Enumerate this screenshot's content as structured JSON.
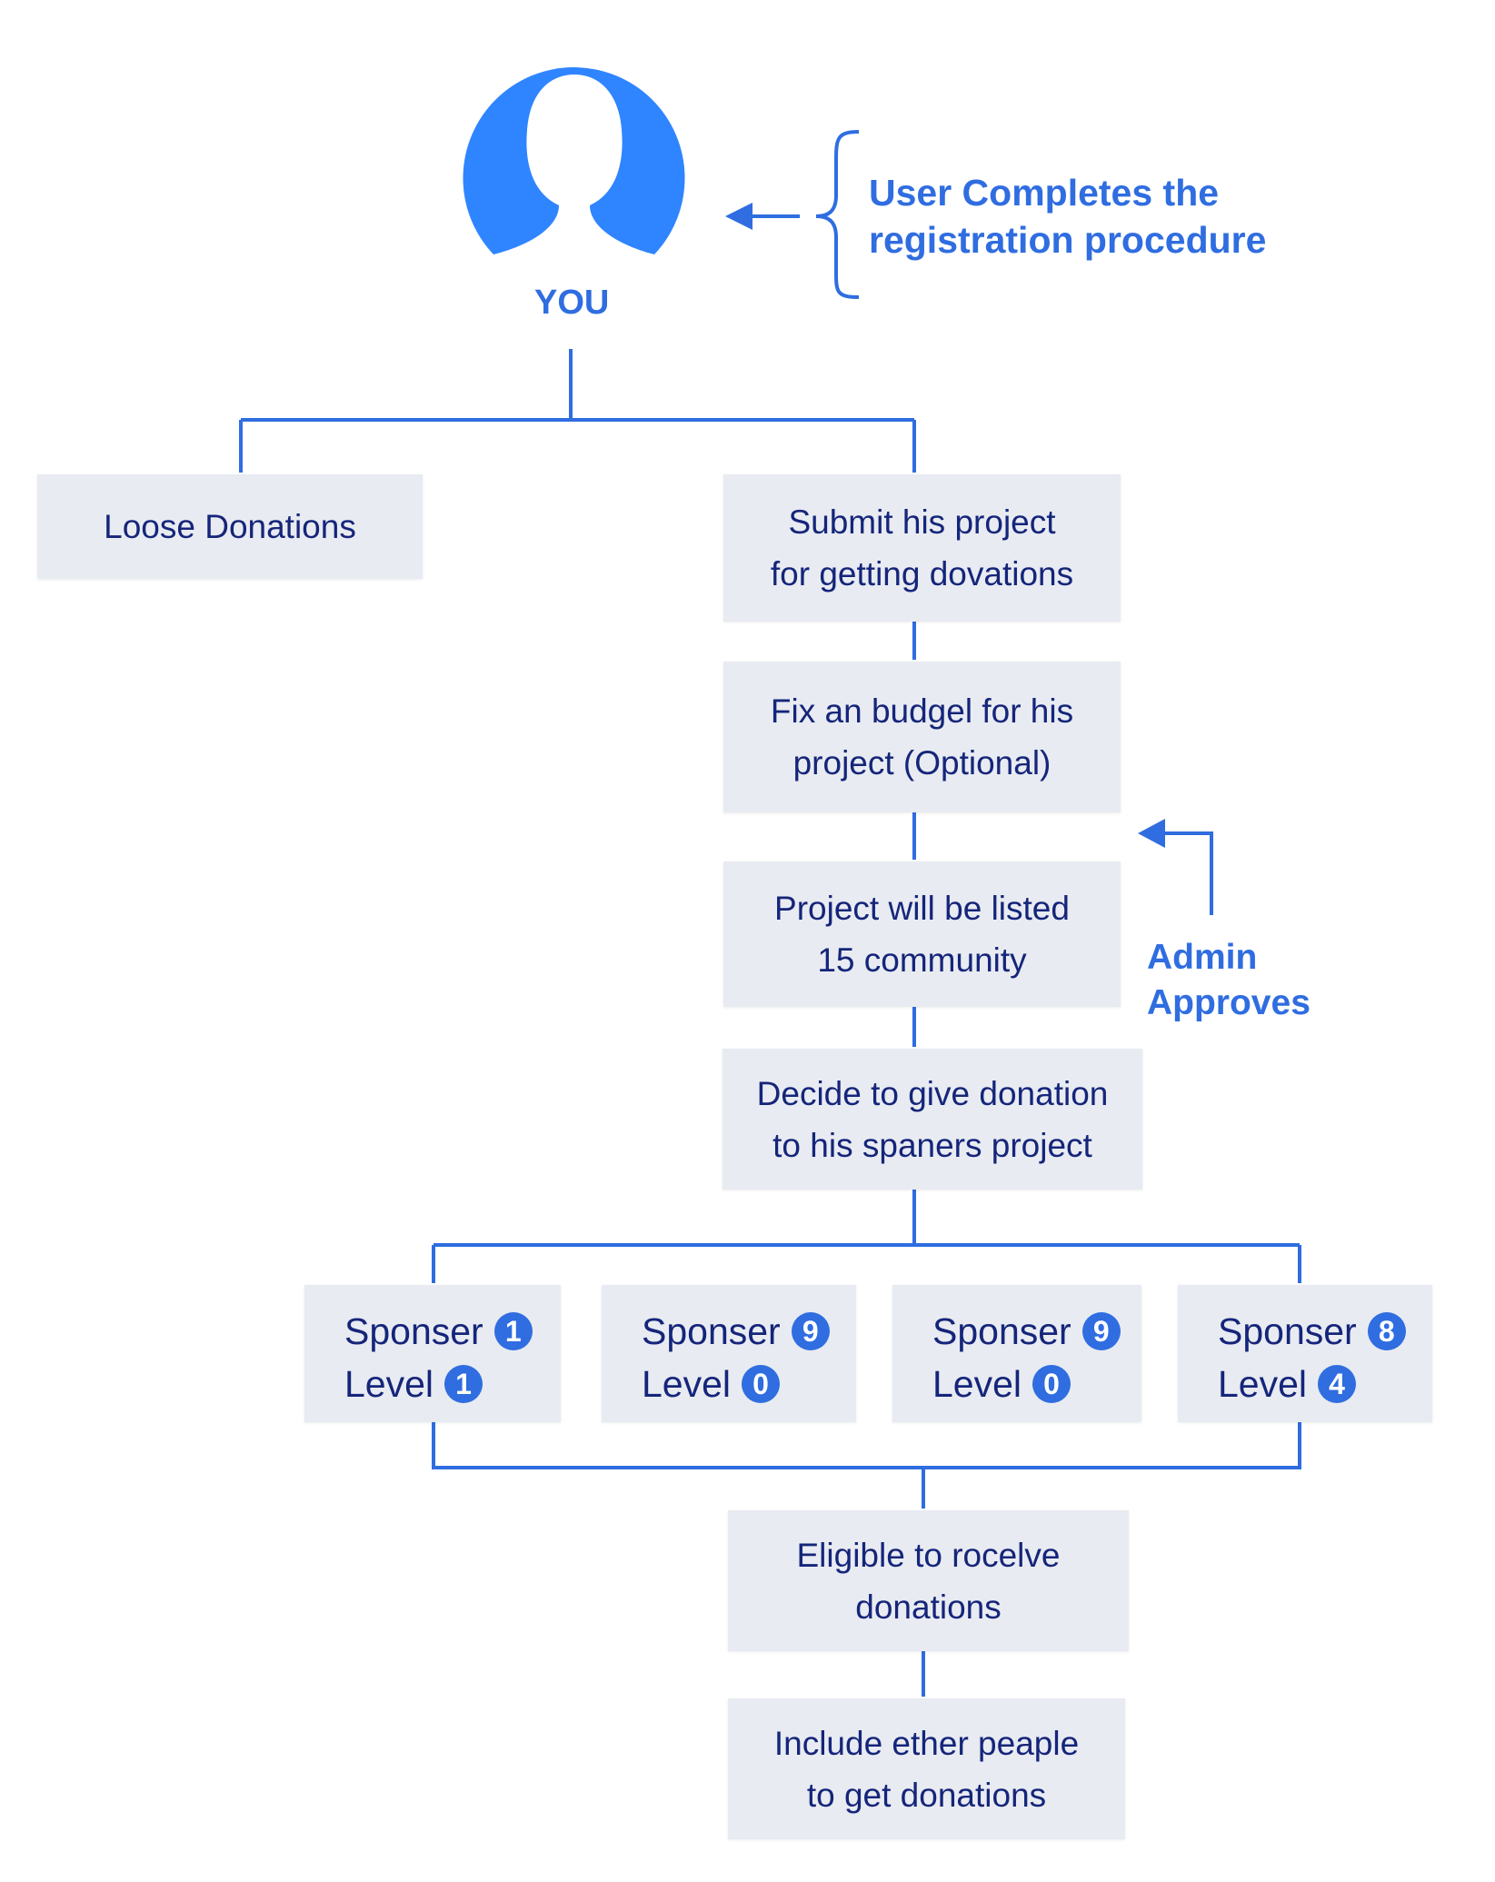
{
  "user": {
    "label": "YOU",
    "note_lines": [
      "User Completes the",
      "registration procedure"
    ]
  },
  "boxes": {
    "loose_donations": [
      "Loose Donations"
    ],
    "submit_project": [
      "Submit his project",
      "for getting dovations"
    ],
    "fix_budget": [
      "Fix an budgel for his",
      "project (Optional)"
    ],
    "project_listed": [
      "Project will be listed",
      "15 community"
    ],
    "decide_donation": [
      "Decide to give donation",
      "to his spaners project"
    ],
    "eligible": [
      "Eligible to rocelve",
      "donations"
    ],
    "include_others": [
      "Include ether peaple",
      "to get donations"
    ]
  },
  "admin_note": [
    "Admin",
    "Approves"
  ],
  "sponsors": [
    {
      "sponsor_label": "Sponser",
      "sponsor_num": "1",
      "level_label": "Level",
      "level_num": "1"
    },
    {
      "sponsor_label": "Sponser",
      "sponsor_num": "9",
      "level_label": "Level",
      "level_num": "0"
    },
    {
      "sponsor_label": "Sponser",
      "sponsor_num": "9",
      "level_label": "Level",
      "level_num": "0"
    },
    {
      "sponsor_label": "Sponser",
      "sponsor_num": "8",
      "level_label": "Level",
      "level_num": "4"
    }
  ],
  "colors": {
    "accent": "#2f6de0",
    "box_bg": "#e8ebf1",
    "box_text": "#15257a"
  }
}
